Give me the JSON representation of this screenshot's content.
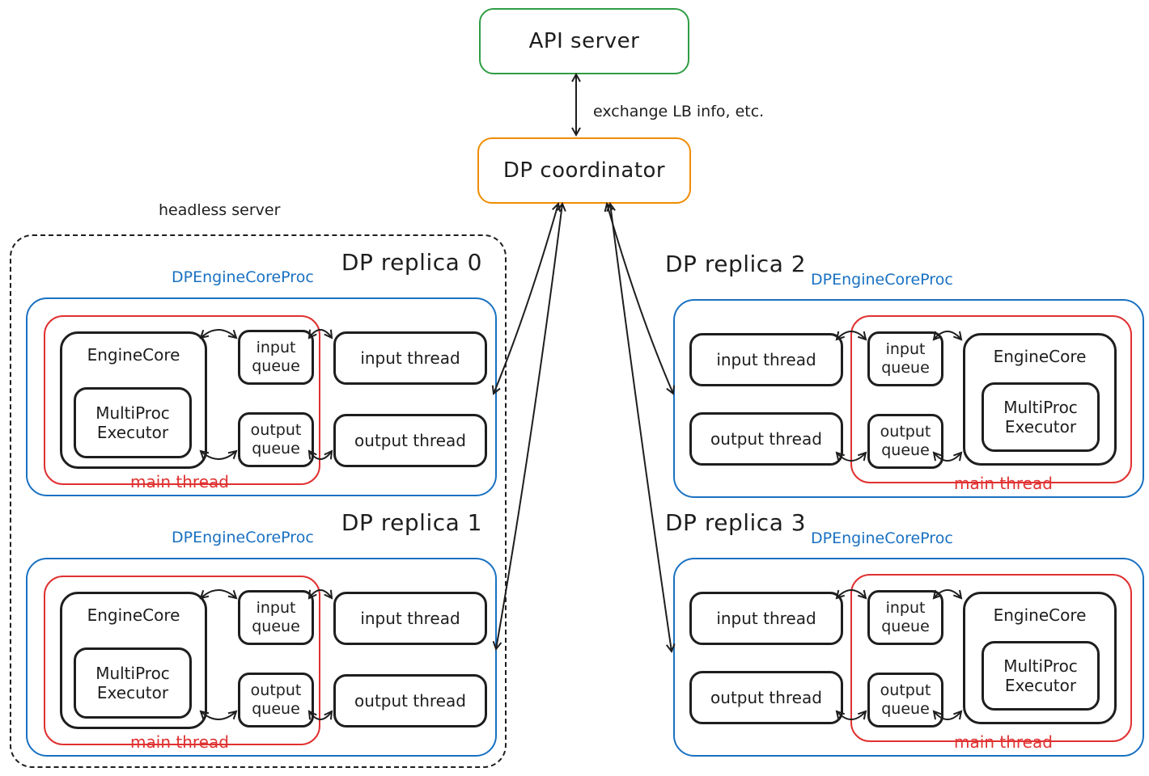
{
  "api_server": {
    "label": "API server"
  },
  "dp_coordinator": {
    "label": "DP coordinator"
  },
  "api_coordinator_link": {
    "label": "exchange LB info, etc."
  },
  "headless_server": {
    "label": "headless server"
  },
  "shared_labels": {
    "proc": "DPEngineCoreProc",
    "main_thread": "main thread",
    "engine_core": "EngineCore",
    "multiproc_executor": "MultiProc Executor",
    "input_queue": "input queue",
    "output_queue": "output queue",
    "input_thread": "input thread",
    "output_thread": "output thread"
  },
  "replicas": [
    {
      "title": "DP replica 0"
    },
    {
      "title": "DP replica 1"
    },
    {
      "title": "DP replica 2"
    },
    {
      "title": "DP replica 3"
    }
  ],
  "colors": {
    "api_server_border": "#2f9e44",
    "coordinator_border": "#f08c00",
    "engine_proc_border": "#1971c2",
    "main_thread_border": "#e03131",
    "ink": "#1e1e1e",
    "background": "#ffffff"
  }
}
